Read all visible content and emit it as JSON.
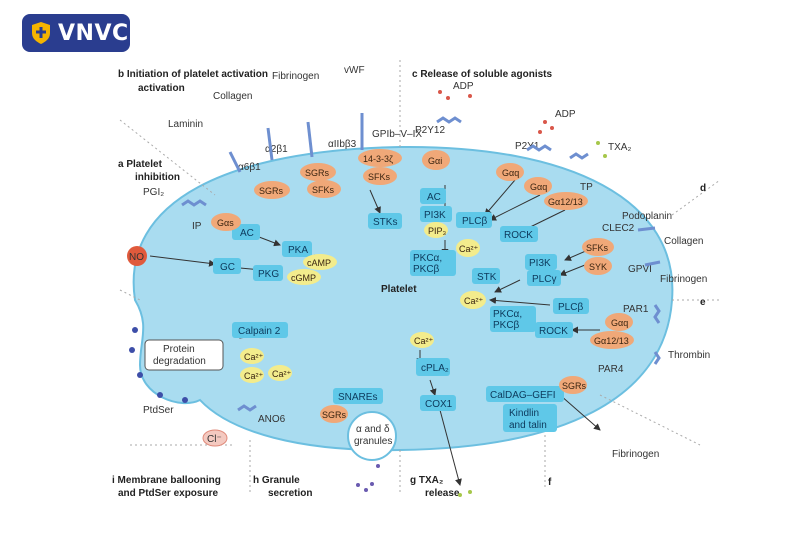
{
  "brand": {
    "name": "VNVC",
    "color": "#2a3d8f"
  },
  "colors": {
    "cell": "#a9dcf0",
    "box": "#5fc8e8",
    "orange": "#f0a878",
    "yellow": "#f3ec8c",
    "red": "#e05a3c"
  },
  "sections": {
    "a": "a  Platelet inhibition",
    "b": "b  Initiation of platelet activation",
    "c": "c  Release of soluble agonists",
    "d": "d",
    "e": "e",
    "f": "f",
    "g": "g  TXA₂ release",
    "h": "h  Granule secretion",
    "i": "i  Membrane ballooning and PtdSer exposure"
  },
  "ligands": {
    "laminin": "Laminin",
    "collagen_top": "Collagen",
    "fibrinogen_top": "Fibrinogen",
    "vwf": "vWF",
    "pgi": "PGI₂",
    "no": "NO",
    "adp1": "ADP",
    "adp2": "ADP",
    "txa2": "TXA₂",
    "podoplanin": "Podoplanin",
    "collagen_right": "Collagen",
    "fibrinogen_right": "Fibrinogen",
    "thrombin": "Thrombin",
    "fibrinogen_bottom": "Fibrinogen",
    "cl": "Cl⁻",
    "ptdser": "PtdSer"
  },
  "receptors": {
    "a6b1": "α6β1",
    "a2b1": "α2β1",
    "aiib3": "αIIbβ3",
    "gpib": "GPIb–V–IX",
    "ip": "IP",
    "p2y12": "P2Y12",
    "p2y1": "P2Y1",
    "tp": "TP",
    "clec2": "CLEC2",
    "gpvi": "GPVI",
    "par1": "PAR1",
    "par4": "PAR4",
    "ano6": "ANO6"
  },
  "blue_boxes": {
    "ac_left": "AC",
    "pka": "PKA",
    "gc": "GC",
    "pkg": "PKG",
    "stks": "STKs",
    "ac_mid": "AC",
    "pi3k_mid": "PI3K",
    "plcb_mid": "PLCβ",
    "rock_top": "ROCK",
    "pkca_mid1": "PKCα,",
    "pkca_mid2": "PKCβ",
    "stk": "STK",
    "pi3k_right": "PI3K",
    "plcg": "PLCγ",
    "plcb_right": "PLCβ",
    "pkca_right1": "PKCα,",
    "pkca_right2": "PKCβ",
    "rock_right": "ROCK",
    "calpain": "Calpain 2",
    "cpla2": "cPLA₂",
    "cox1": "COX1",
    "snares": "SNAREs",
    "caldag": "CalDAG–GEFI",
    "kindlin1": "Kindlin",
    "kindlin2": "and talin"
  },
  "orange_nodes": {
    "sgrs1": "SGRs",
    "sgrs2": "SGRs",
    "sfks1": "SFKs",
    "sfks_vwf": "SFKs",
    "y1433": "14-3-3ζ",
    "gas": "Gαs",
    "gai": "Gαi",
    "gaq1": "Gαq",
    "gaq2": "Gαq",
    "ga1213_top": "Gα12/13",
    "sfks_right": "SFKs",
    "syk": "SYK",
    "gaq_right": "Gαq",
    "ga1213_right": "Gα12/13",
    "sgrs_bottom": "SGRs",
    "sgrs_granule": "SGRs"
  },
  "yellow_nodes": {
    "camp": "cAMP",
    "cgmp": "cGMP",
    "pip3": "PIP₃",
    "ca_mid": "Ca²⁺",
    "ca_right": "Ca²⁺",
    "ca_b1": "Ca²⁺",
    "ca_b2": "Ca²⁺",
    "ca_b3": "Ca²⁺",
    "ca_cpla": "Ca²⁺"
  },
  "center_label": "Platelet",
  "protein_degradation_1": "Protein",
  "protein_degradation_2": "degradation",
  "granules_1": "α and δ",
  "granules_2": "granules"
}
